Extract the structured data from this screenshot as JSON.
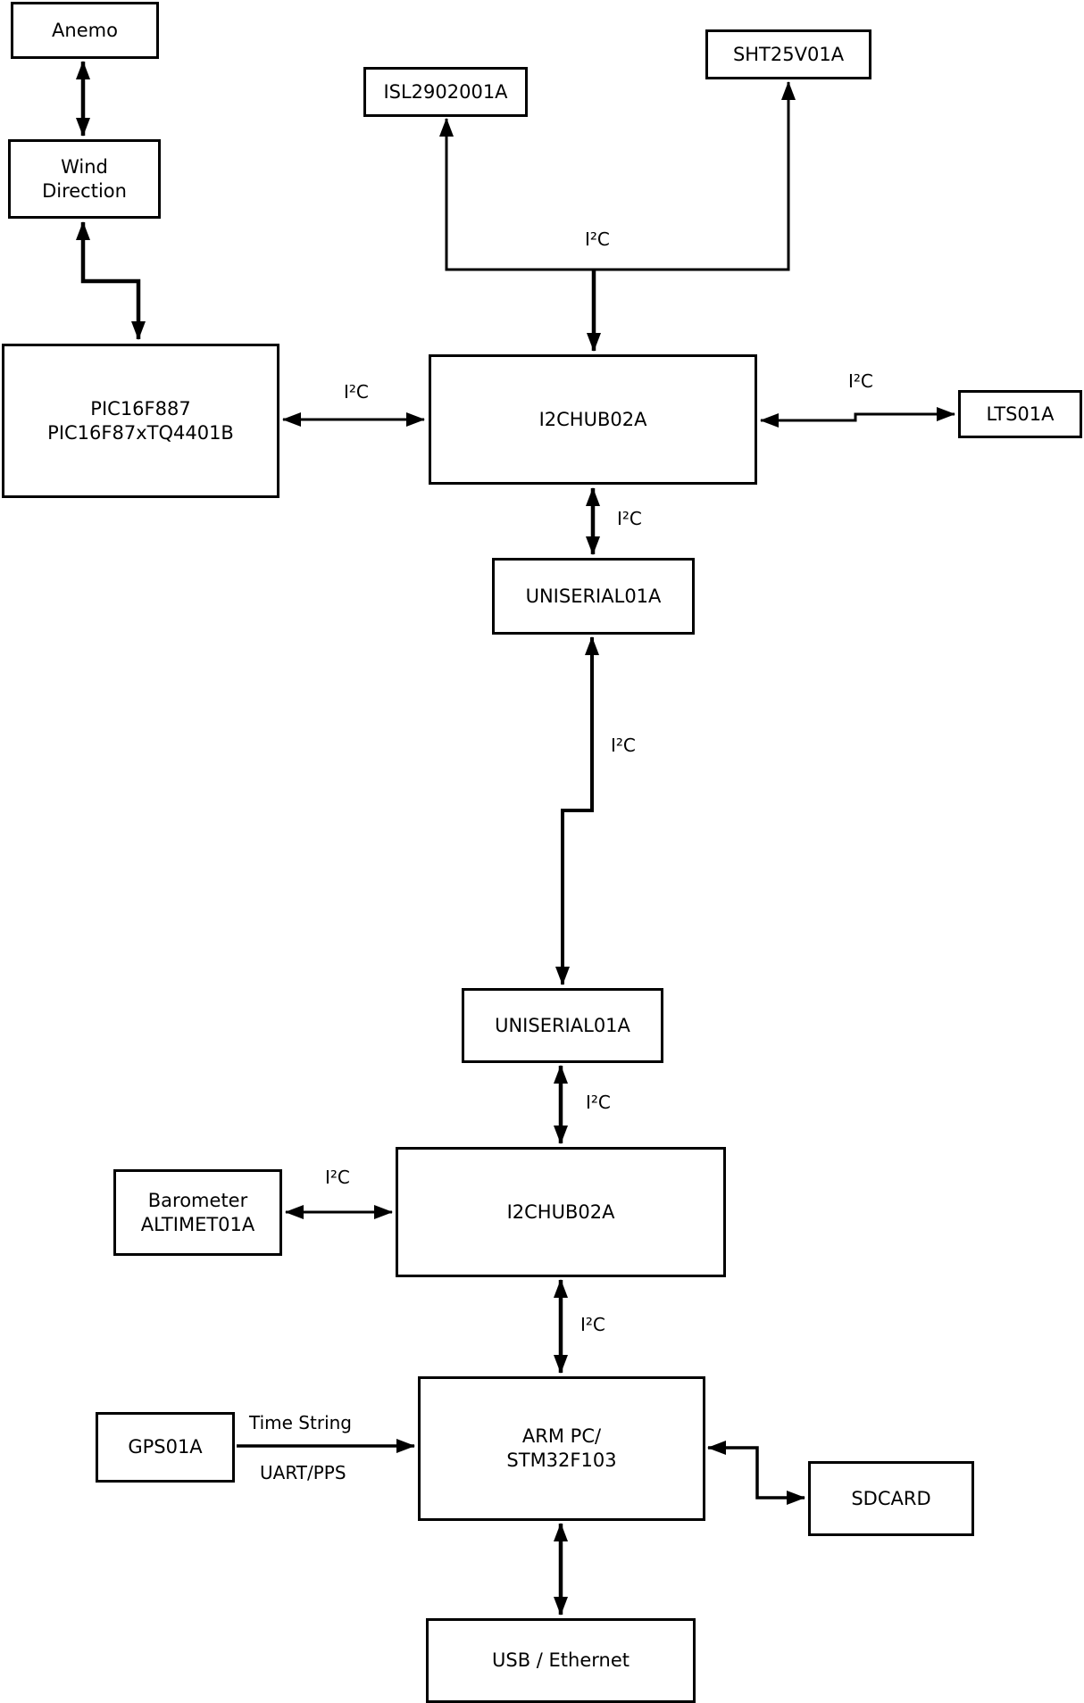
{
  "boxes": {
    "anemo": {
      "label": "Anemo"
    },
    "wind_direction": {
      "label": "Wind\nDirection"
    },
    "pic": {
      "label": "PIC16F887\nPIC16F87xTQ4401B"
    },
    "isl": {
      "label": "ISL2902001A"
    },
    "sht": {
      "label": "SHT25V01A"
    },
    "i2chub_top": {
      "label": "I2CHUB02A"
    },
    "lts": {
      "label": "LTS01A"
    },
    "uniserial_top": {
      "label": "UNISERIAL01A"
    },
    "uniserial_bottom": {
      "label": "UNISERIAL01A"
    },
    "i2chub_bottom": {
      "label": "I2CHUB02A"
    },
    "barometer": {
      "label": "Barometer\nALTIMET01A"
    },
    "gps": {
      "label": "GPS01A"
    },
    "arm": {
      "label": "ARM PC/\nSTM32F103"
    },
    "sdcard": {
      "label": "SDCARD"
    },
    "usb": {
      "label": "USB / Ethernet"
    }
  },
  "edge_labels": {
    "bus_top": "I²C",
    "pic_hub": "I²C",
    "hub_lts": "I²C",
    "hub_uniserial": "I²C",
    "uniserial_link": "I²C",
    "uniserial_hub2": "I²C",
    "barometer_hub2": "I²C",
    "hub2_arm": "I²C",
    "gps_arm_top": "Time String",
    "gps_arm_bottom": "UART/PPS"
  },
  "colors": {
    "line": "#000000",
    "background": "#ffffff",
    "box_fill": "#ffffff"
  }
}
